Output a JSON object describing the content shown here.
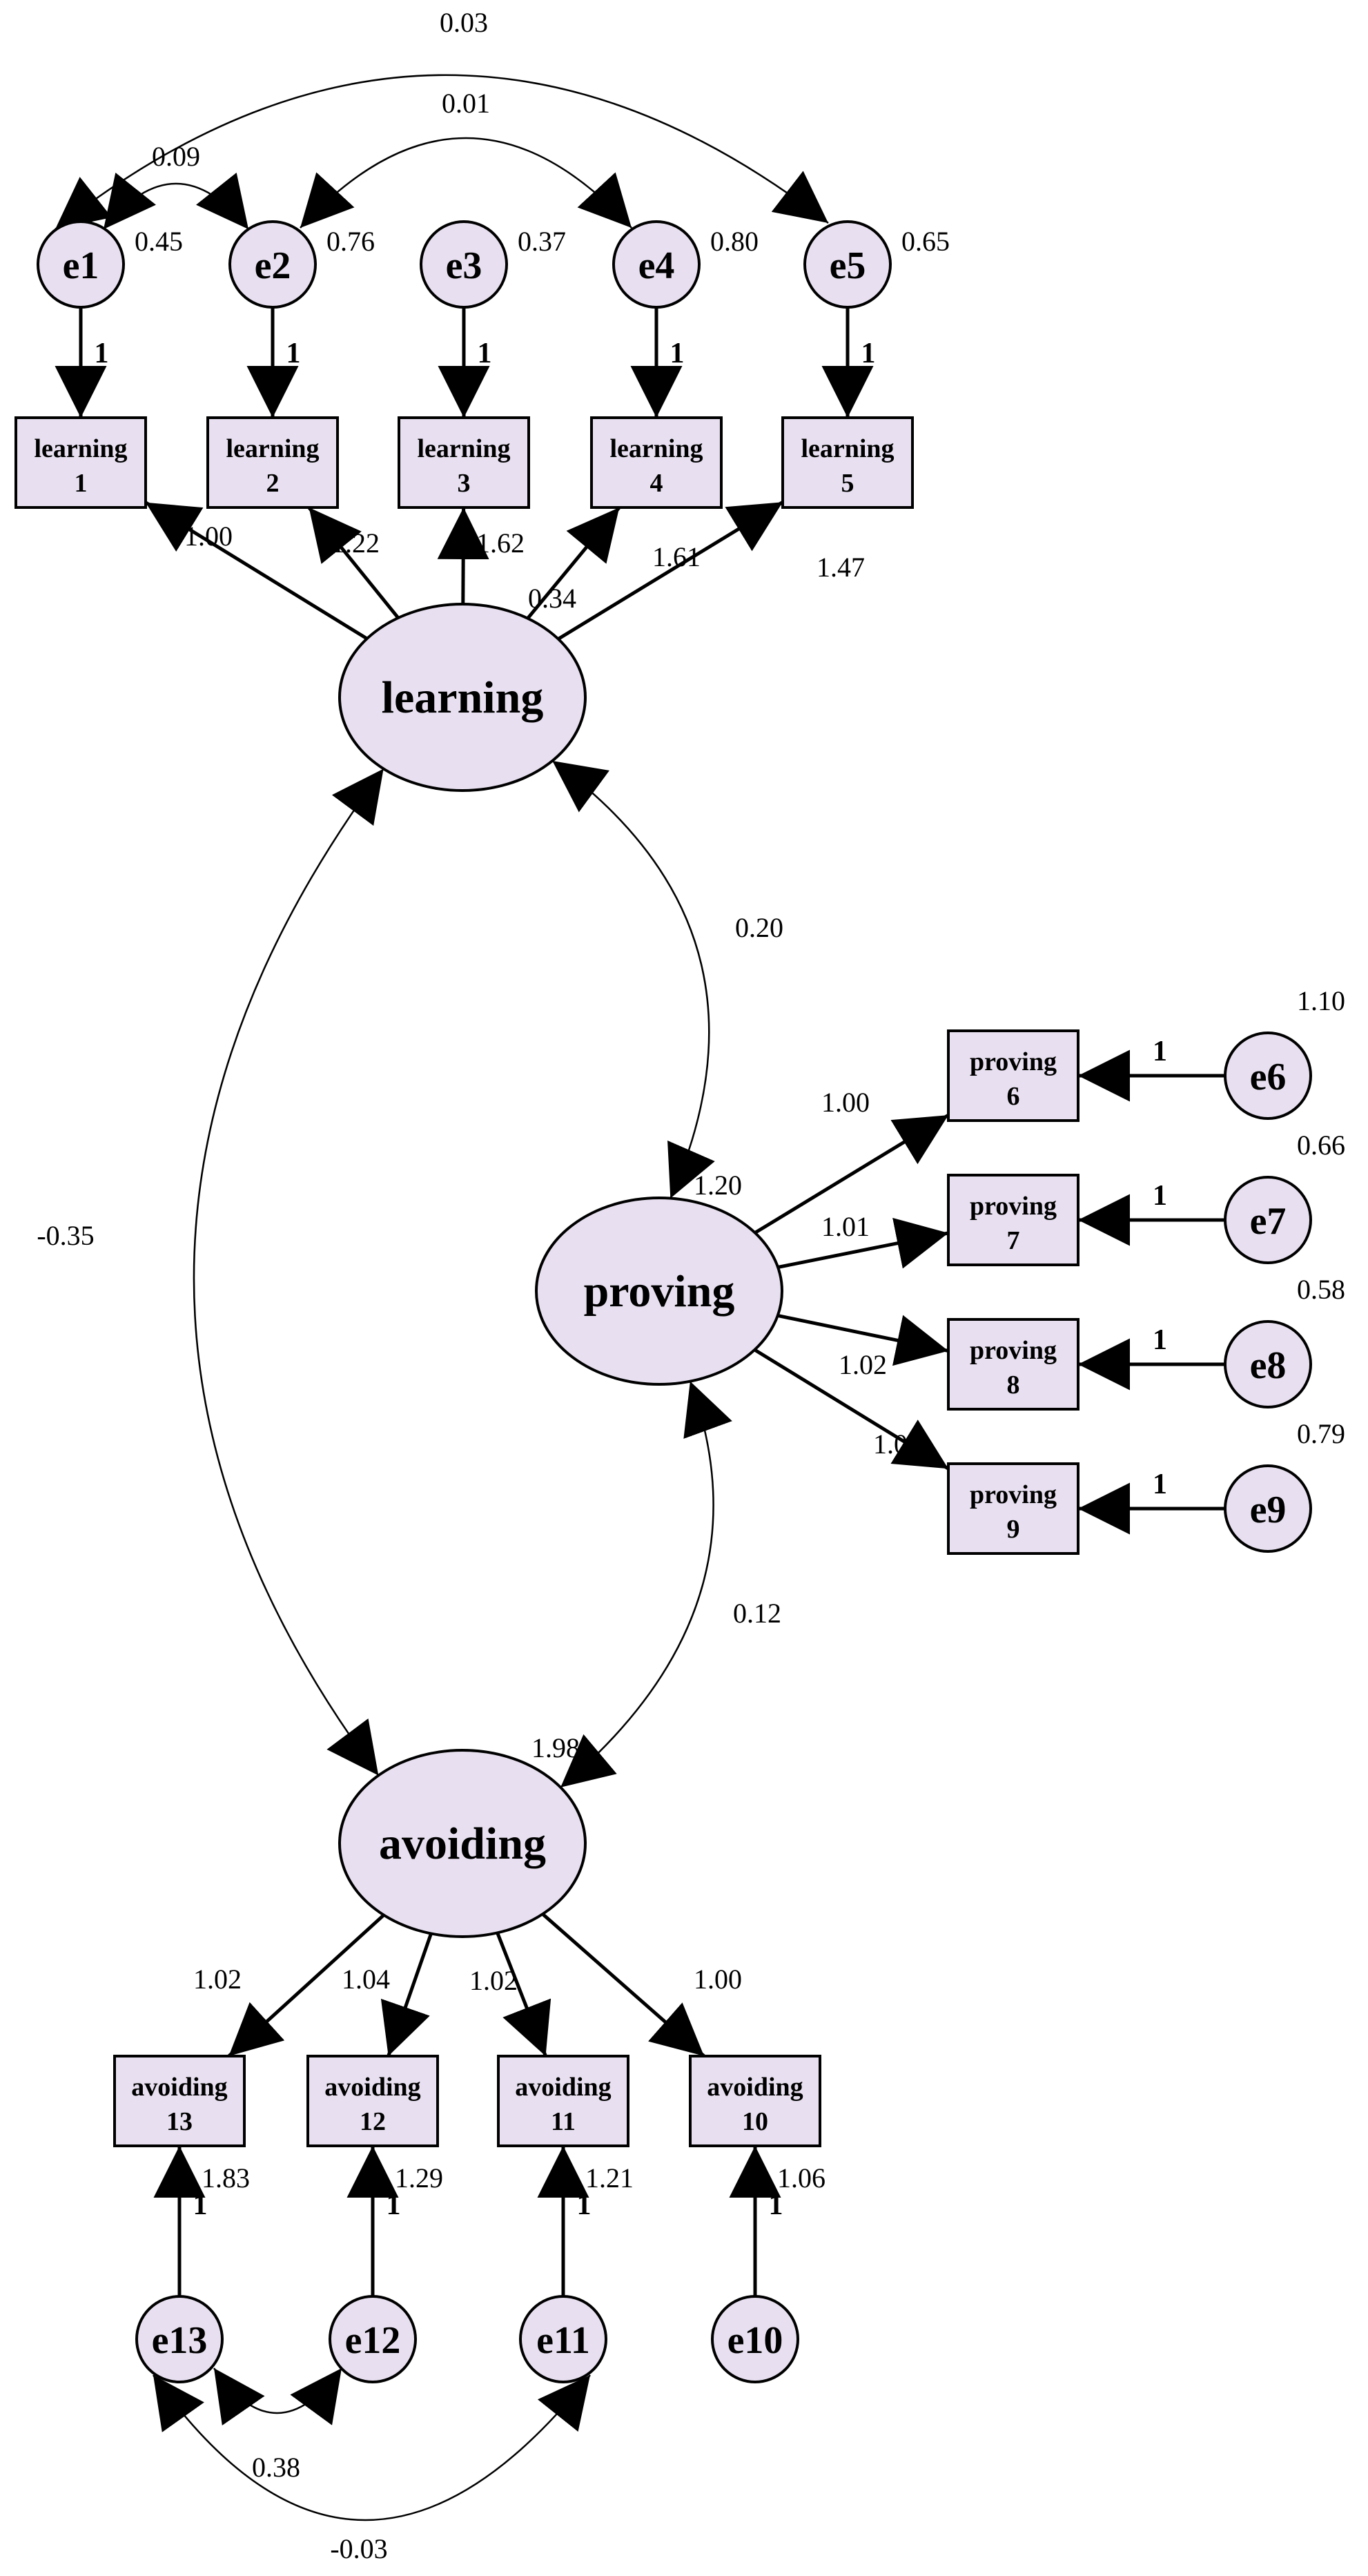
{
  "diagram": {
    "latents": [
      {
        "id": "learning",
        "label": "learning",
        "variance": "0.34"
      },
      {
        "id": "proving",
        "label": "proving",
        "variance": "1.20"
      },
      {
        "id": "avoiding",
        "label": "avoiding",
        "variance": "1.98"
      }
    ],
    "indicators": [
      {
        "id": "learning1",
        "line1": "learning",
        "line2": "1",
        "loading": "1.00"
      },
      {
        "id": "learning2",
        "line1": "learning",
        "line2": "2",
        "loading": "1.22"
      },
      {
        "id": "learning3",
        "line1": "learning",
        "line2": "3",
        "loading": "1.62"
      },
      {
        "id": "learning4",
        "line1": "learning",
        "line2": "4",
        "loading": "1.61"
      },
      {
        "id": "learning5",
        "line1": "learning",
        "line2": "5",
        "loading": "1.47"
      },
      {
        "id": "proving6",
        "line1": "proving",
        "line2": "6",
        "loading": "1.00"
      },
      {
        "id": "proving7",
        "line1": "proving",
        "line2": "7",
        "loading": "1.01"
      },
      {
        "id": "proving8",
        "line1": "proving",
        "line2": "8",
        "loading": "1.02"
      },
      {
        "id": "proving9",
        "line1": "proving",
        "line2": "9",
        "loading": "1.06"
      },
      {
        "id": "avoiding13",
        "line1": "avoiding",
        "line2": "13",
        "loading": "1.02"
      },
      {
        "id": "avoiding12",
        "line1": "avoiding",
        "line2": "12",
        "loading": "1.04"
      },
      {
        "id": "avoiding11",
        "line1": "avoiding",
        "line2": "11",
        "loading": "1.02"
      },
      {
        "id": "avoiding10",
        "line1": "avoiding",
        "line2": "10",
        "loading": "1.00"
      }
    ],
    "errors": [
      {
        "id": "e1",
        "label": "e1",
        "variance": "0.45"
      },
      {
        "id": "e2",
        "label": "e2",
        "variance": "0.76"
      },
      {
        "id": "e3",
        "label": "e3",
        "variance": "0.37"
      },
      {
        "id": "e4",
        "label": "e4",
        "variance": "0.80"
      },
      {
        "id": "e5",
        "label": "e5",
        "variance": "0.65"
      },
      {
        "id": "e6",
        "label": "e6",
        "variance": "1.10"
      },
      {
        "id": "e7",
        "label": "e7",
        "variance": "0.66"
      },
      {
        "id": "e8",
        "label": "e8",
        "variance": "0.58"
      },
      {
        "id": "e9",
        "label": "e9",
        "variance": "0.79"
      },
      {
        "id": "e13",
        "label": "e13",
        "variance": "1.83"
      },
      {
        "id": "e12",
        "label": "e12",
        "variance": "1.29"
      },
      {
        "id": "e11",
        "label": "e11",
        "variance": "1.21"
      },
      {
        "id": "e10",
        "label": "e10",
        "variance": "1.06"
      }
    ],
    "error_path_label": "1",
    "covariances": [
      {
        "id": "learning-proving",
        "value": "0.20"
      },
      {
        "id": "learning-avoiding",
        "value": "-0.35"
      },
      {
        "id": "proving-avoiding",
        "value": "0.12"
      },
      {
        "id": "e1-e5",
        "value": "0.03"
      },
      {
        "id": "e2-e4",
        "value": "0.01"
      },
      {
        "id": "e1-e2",
        "value": "0.09"
      },
      {
        "id": "e13-e12",
        "value": "0.38"
      },
      {
        "id": "e13-e11",
        "value": "-0.03"
      }
    ],
    "colors": {
      "node_fill": "#e8e0f0",
      "stroke": "#000000"
    }
  }
}
